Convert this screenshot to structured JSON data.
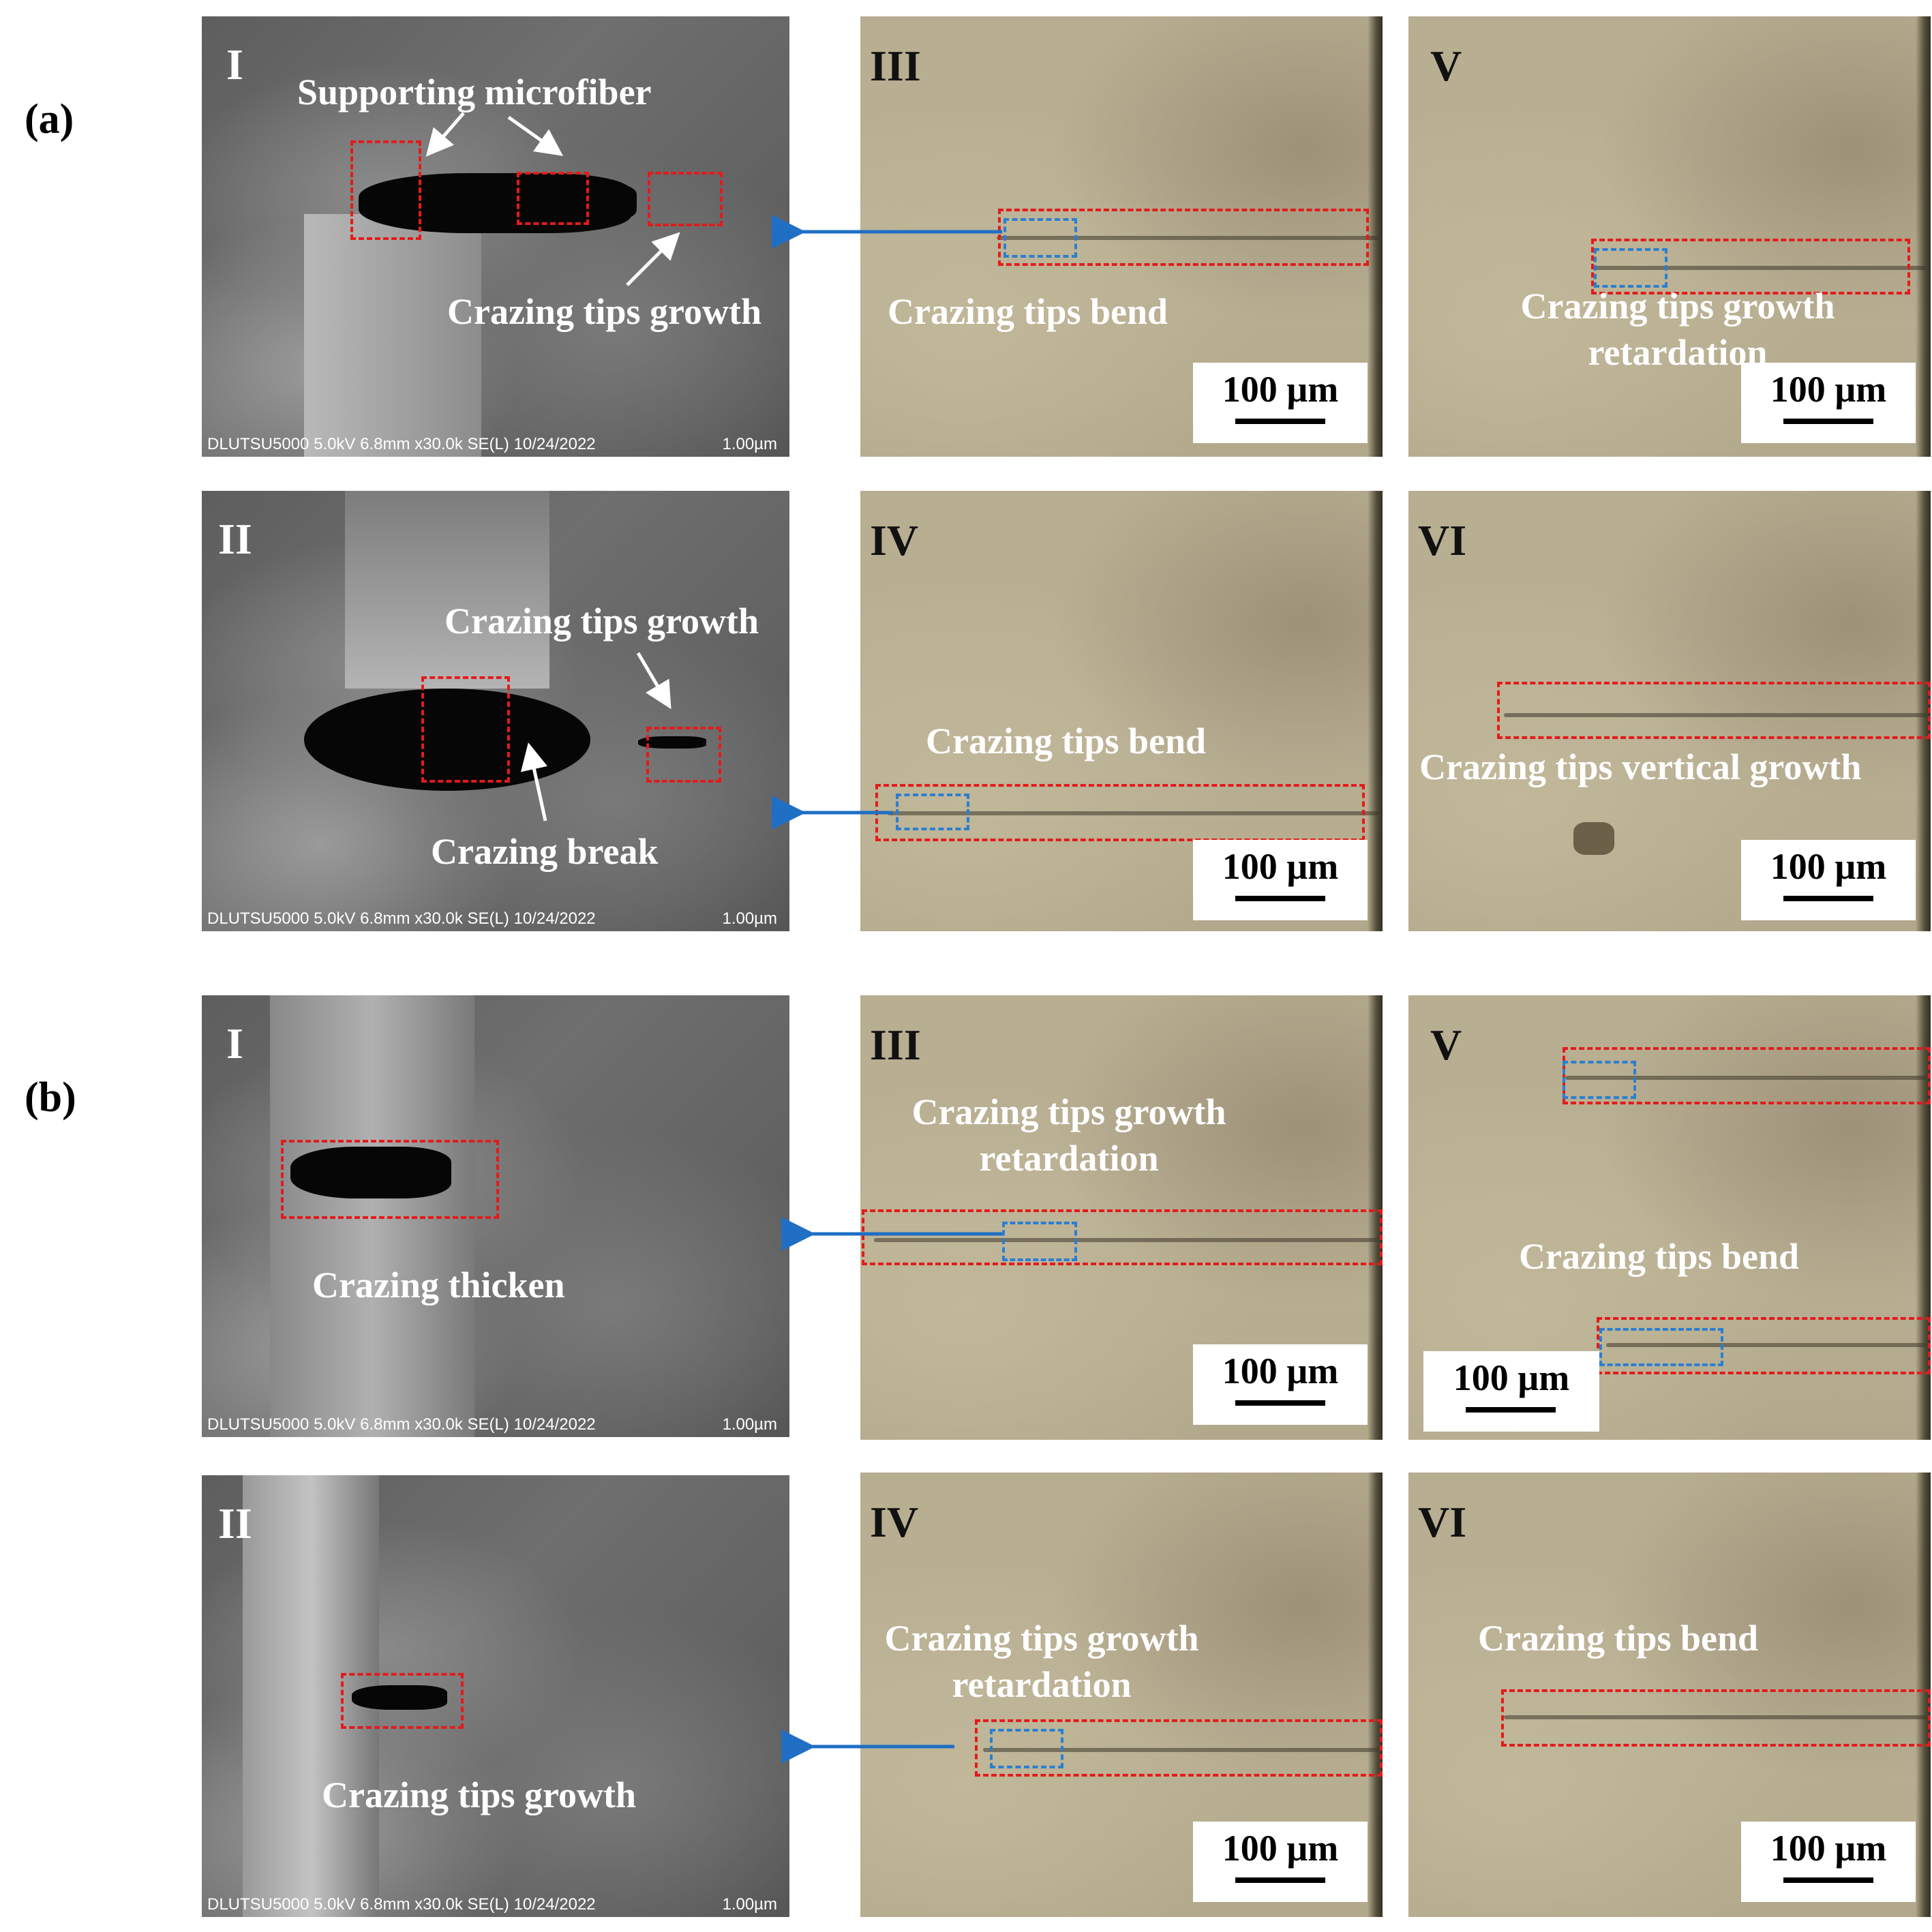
{
  "figure": {
    "label_a": "(a)",
    "label_b": "(b)",
    "sem_footer": "DLUTSU5000 5.0kV 6.8mm x30.0k SE(L) 10/24/2022",
    "sem_scale": "1.00µm",
    "scale_label": "100 µm",
    "colors": {
      "red_box": "#e31b1b",
      "blue_box": "#2a7fd1",
      "arrow": "#1f6fc4"
    }
  },
  "a": {
    "I": {
      "roman": "I",
      "ann1": "Supporting microfiber",
      "ann2": "Crazing tips growth"
    },
    "II": {
      "roman": "II",
      "ann1": "Crazing tips growth",
      "ann2": "Crazing break"
    },
    "III": {
      "roman": "III",
      "ann": "Crazing tips bend"
    },
    "IV": {
      "roman": "IV",
      "ann": "Crazing tips bend"
    },
    "V": {
      "roman": "V",
      "ann_l1": "Crazing tips growth",
      "ann_l2": "retardation"
    },
    "VI": {
      "roman": "VI",
      "ann": "Crazing tips vertical growth"
    }
  },
  "b": {
    "I": {
      "roman": "I",
      "ann": "Crazing thicken"
    },
    "II": {
      "roman": "II",
      "ann": "Crazing tips growth"
    },
    "III": {
      "roman": "III",
      "ann_l1": "Crazing tips growth",
      "ann_l2": "retardation"
    },
    "IV": {
      "roman": "IV",
      "ann_l1": "Crazing tips growth",
      "ann_l2": "retardation"
    },
    "V": {
      "roman": "V",
      "ann": "Crazing tips bend"
    },
    "VI": {
      "roman": "VI",
      "ann": "Crazing tips bend"
    }
  }
}
